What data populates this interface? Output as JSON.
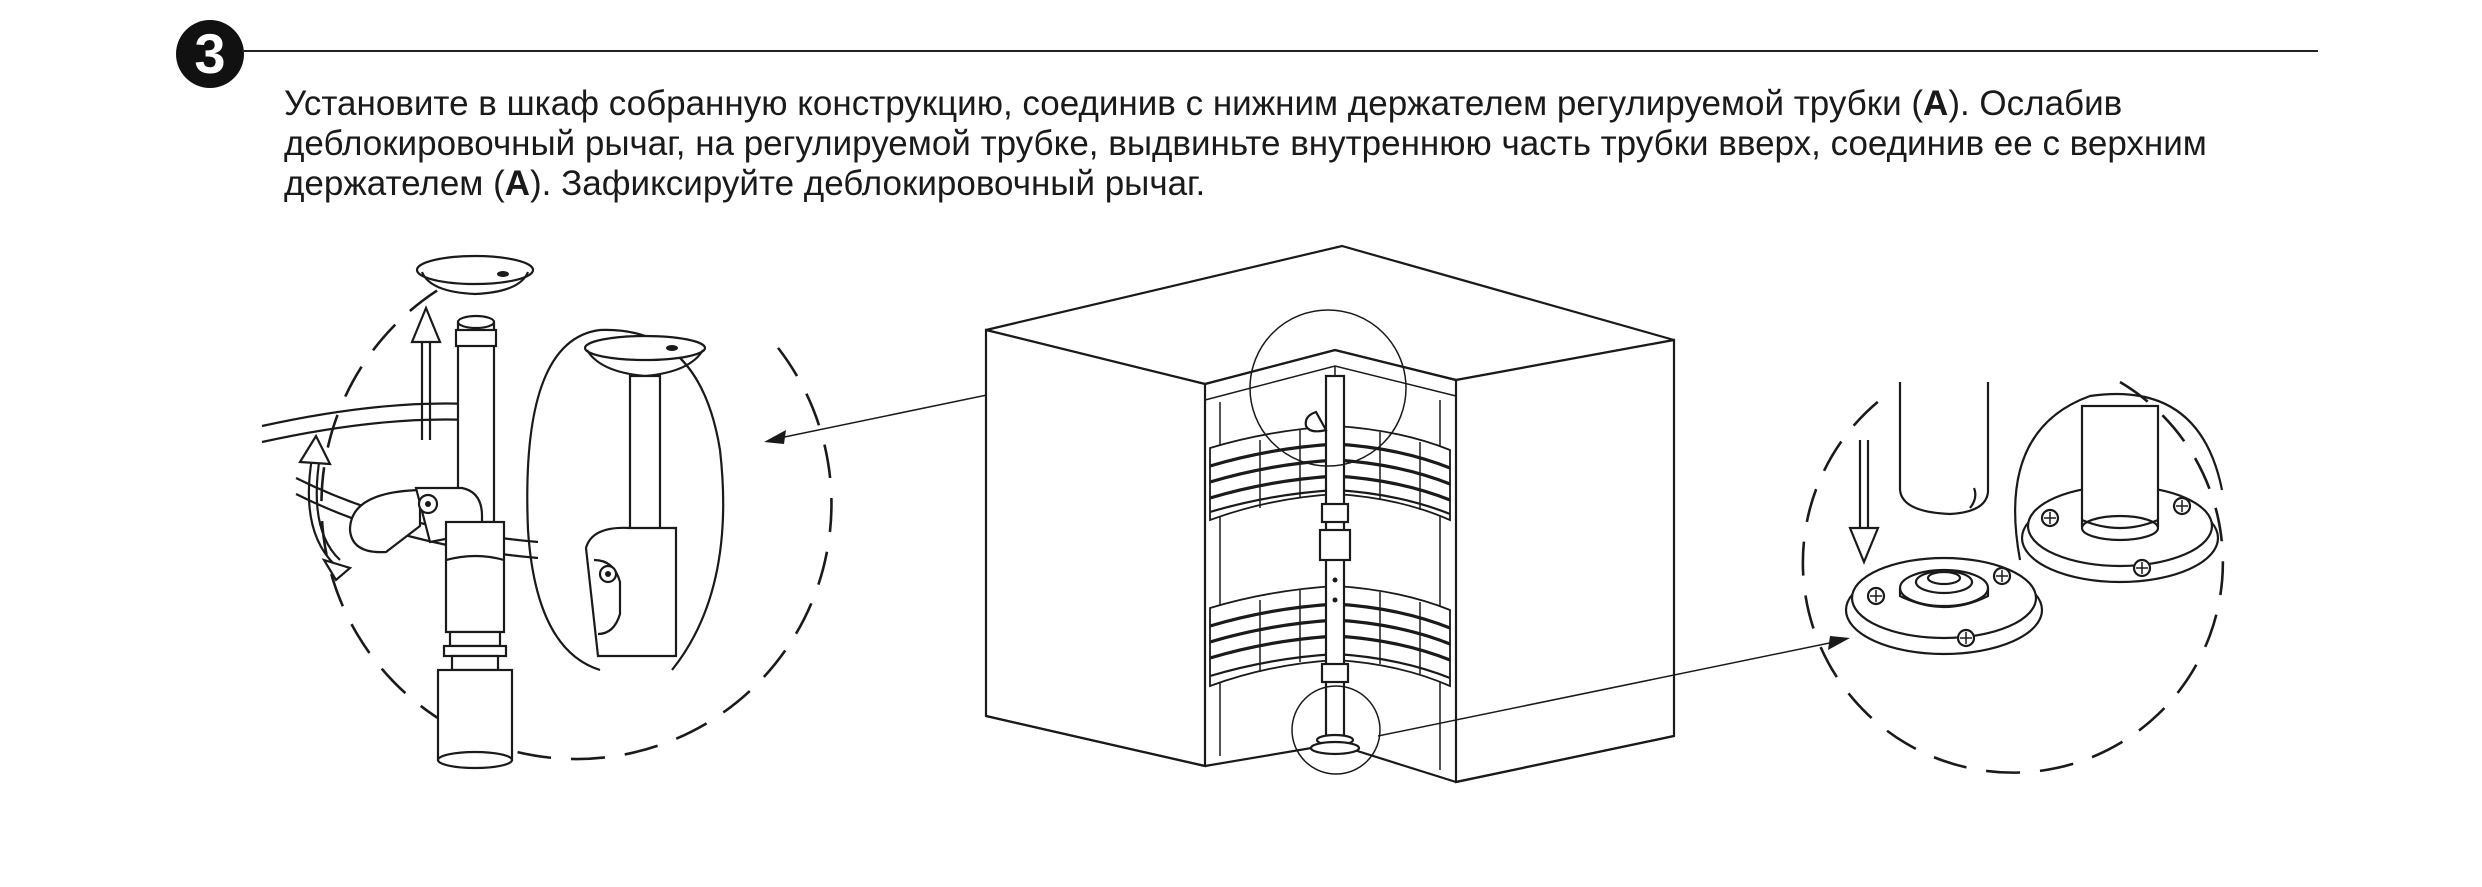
{
  "step": {
    "number": "3"
  },
  "instruction": {
    "part1": "Установите в шкаф собранную конструкцию, соединив с нижним держателем регулируемой трубки (",
    "ref1": "A",
    "part2": "). Ослабив деблокировочный рычаг, на регулируемой трубке, выдвиньте внутреннюю часть трубки вверх, соединив ее с верхним держателем (",
    "ref2": "A",
    "part3": "). Зафиксируйте деблокировочный рычаг."
  },
  "icons": {
    "step_badge": "circled-number-icon",
    "arrow_up": "up-arrow-icon",
    "arrow_down": "down-arrow-icon",
    "rotate": "rotation-arrow-icon",
    "screw": "screw-head-icon"
  },
  "colors": {
    "ink": "#1a1a1a",
    "paper": "#ffffff"
  }
}
